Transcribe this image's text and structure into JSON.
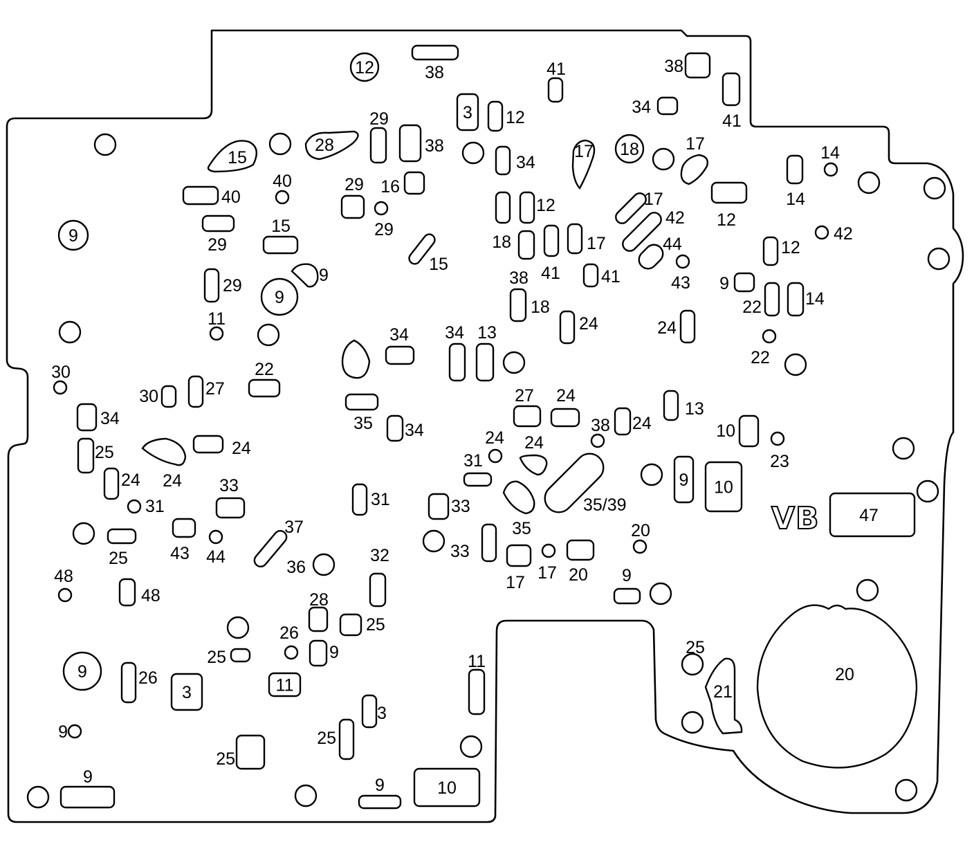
{
  "diagram": {
    "type": "valve body spacer plate gasket diagram",
    "stamp": "VB",
    "callouts": [
      "3",
      "9",
      "10",
      "11",
      "12",
      "13",
      "14",
      "15",
      "16",
      "17",
      "18",
      "20",
      "21",
      "22",
      "23",
      "24",
      "25",
      "26",
      "27",
      "28",
      "29",
      "30",
      "31",
      "32",
      "33",
      "34",
      "35",
      "35/39",
      "36",
      "37",
      "38",
      "39",
      "40",
      "41",
      "42",
      "43",
      "44",
      "47",
      "48"
    ],
    "colors": {
      "line": "#000000",
      "background": "#ffffff"
    }
  }
}
